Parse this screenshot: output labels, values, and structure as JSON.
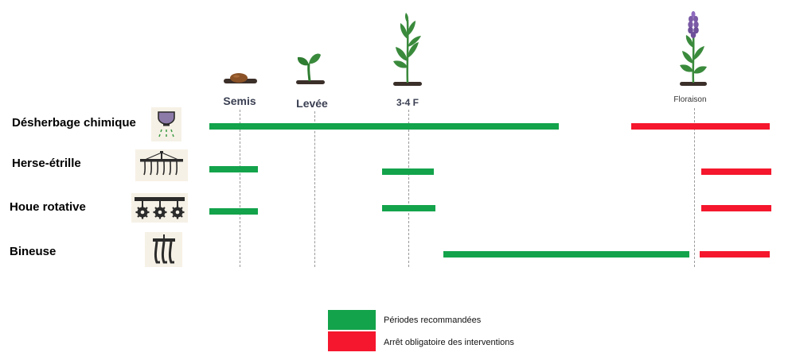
{
  "stages": [
    {
      "label": "Semis",
      "icon": "seed-icon"
    },
    {
      "label": "Levée",
      "icon": "sprout-icon"
    },
    {
      "label": "3-4 F",
      "icon": "young-plant-icon"
    },
    {
      "label": "Floraison",
      "icon": "flowering-plant-icon"
    }
  ],
  "rows": [
    {
      "label": "Désherbage chimique",
      "icon": "sprayer-nozzle-icon"
    },
    {
      "label": "Herse-étrille",
      "icon": "tine-harrow-icon"
    },
    {
      "label": "Houe rotative",
      "icon": "rotary-hoe-icon"
    },
    {
      "label": "Bineuse",
      "icon": "row-cultivator-icon"
    }
  ],
  "legend": {
    "recommended": "Périodes recommandées",
    "stop": "Arrêt obligatoire des interventions"
  },
  "colors": {
    "recommended": "#13a34b",
    "stop": "#f5172d",
    "guide": "#9a9a9a",
    "icon_bg": "#f6f1e6"
  }
}
